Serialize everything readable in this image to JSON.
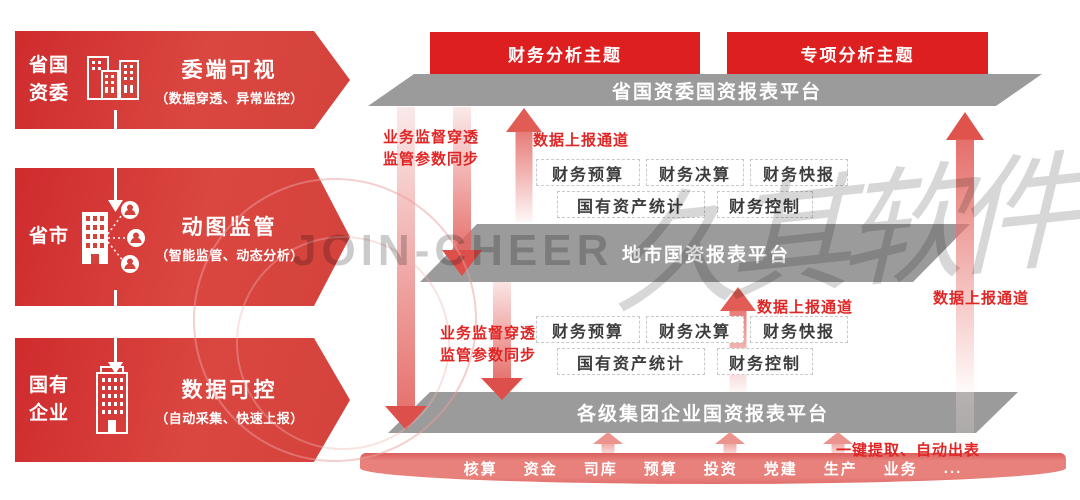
{
  "palette": {
    "banner_red_from": "#cf2b2e",
    "banner_red_to": "#da4740",
    "topic_red": "#de1f1f",
    "platform_gray": "#9b9b9b",
    "accent_red": "#e02525",
    "source_bar_red": "#e8807b"
  },
  "left_panel": {
    "items": [
      {
        "org_line1": "省国",
        "org_line2": "资委",
        "title": "委端可视",
        "subtitle": "（数据穿透、异常监控）",
        "icon": "buildings-icon"
      },
      {
        "org_line1": "省市",
        "org_line2": "",
        "title": "动图监管",
        "subtitle": "（智能监管、动态分析）",
        "icon": "building-network-icon"
      },
      {
        "org_line1": "国有",
        "org_line2": "企业",
        "title": "数据可控",
        "subtitle": "（自动采集、快速上报）",
        "icon": "tower-building-icon"
      }
    ]
  },
  "topics": {
    "left": "财务分析主题",
    "right": "专项分析主题"
  },
  "platforms": {
    "provincial": "省国资委国资报表平台",
    "city": "地市国资报表平台",
    "group": "各级集团企业国资报表平台"
  },
  "modules": {
    "upper": {
      "row1": [
        "财务预算",
        "财务决算",
        "财务快报"
      ],
      "row2": [
        "国有资产统计",
        "财务控制"
      ]
    },
    "lower": {
      "row1": [
        "财务预算",
        "财务决算",
        "财务快报"
      ],
      "row2": [
        "国有资产统计",
        "财务控制"
      ]
    }
  },
  "flow_labels": {
    "supervision_line1": "业务监督穿透",
    "supervision_line2": "监管参数同步",
    "report_channel": "数据上报通道",
    "extract": "一键提取、自动出表"
  },
  "source_bar": {
    "items": [
      "核算",
      "资金",
      "司库",
      "预算",
      "投资",
      "党建",
      "生产",
      "业务",
      "..."
    ]
  },
  "watermark": {
    "latin": "JOIN-CHEER",
    "cjk": "久其软件"
  }
}
